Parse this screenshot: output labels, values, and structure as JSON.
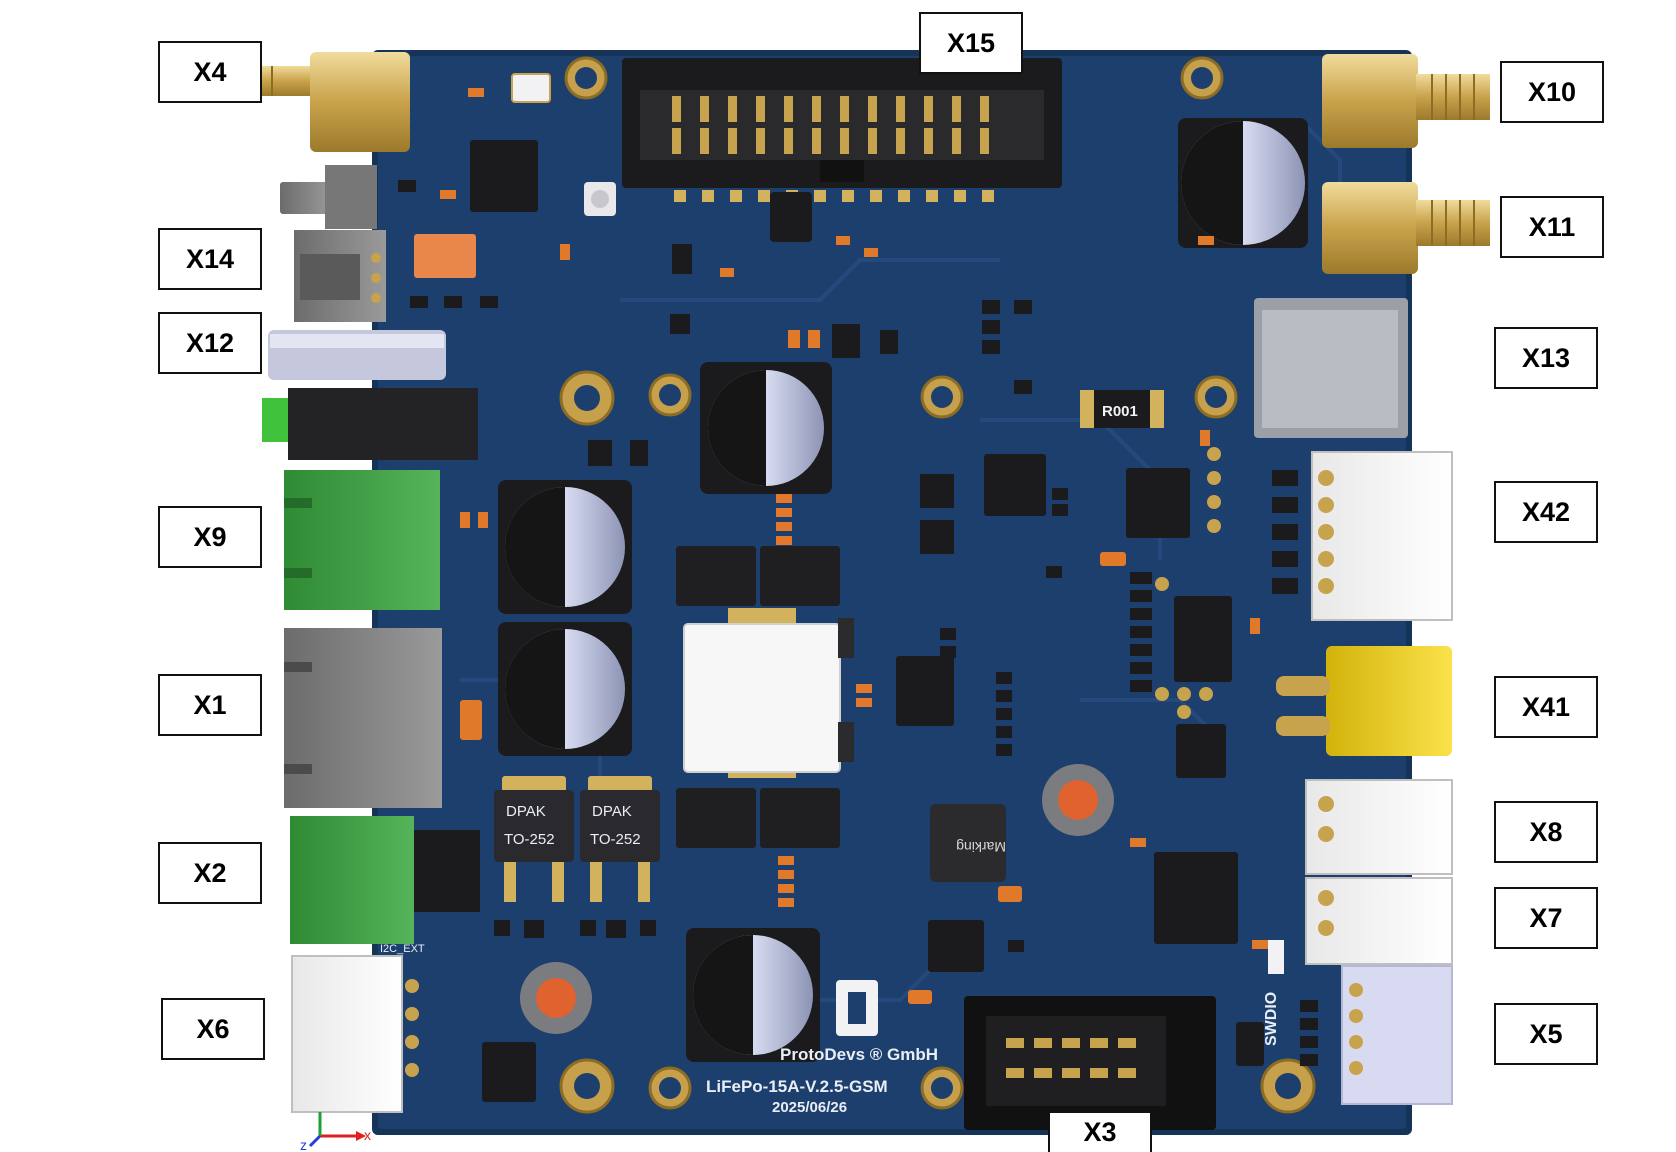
{
  "connector_labels": {
    "x1": "X1",
    "x2": "X2",
    "x3": "X3",
    "x4": "X4",
    "x5": "X5",
    "x6": "X6",
    "x7": "X7",
    "x8": "X8",
    "x9": "X9",
    "x10": "X10",
    "x11": "X11",
    "x12": "X12",
    "x13": "X13",
    "x14": "X14",
    "x15": "X15",
    "x41": "X41",
    "x42": "X42"
  },
  "board": {
    "company": "ProtoDevs ® GmbH",
    "model": "LiFePo-15A-V.2.5-GSM",
    "date": "2025/06/26",
    "swdio": "SWDIO",
    "i2c_ext": "I2C_EXT",
    "shunt": "R001",
    "inductor_marking": "Marking",
    "dpak_left_top": "DPAK",
    "dpak_left_bottom": "TO-252",
    "dpak_right_top": "DPAK",
    "dpak_right_bottom": "TO-252"
  },
  "axes": {
    "x": "x",
    "z": "z"
  },
  "colors": {
    "board": "#1d3f6e",
    "board_edge": "#163457",
    "gold": "#d3b25c",
    "green_terminal": "#3c9a3e",
    "yellow_xt": "#f2d21a",
    "ic_black": "#1b1b1d",
    "smd_orange": "#e07a2a",
    "cap_blue": "#c9cde8"
  }
}
